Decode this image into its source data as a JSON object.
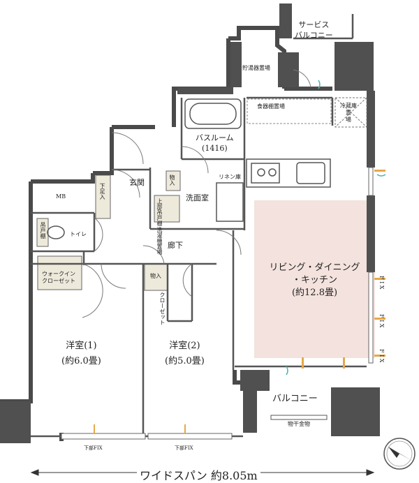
{
  "rooms": {
    "service_balcony": [
      "サービス",
      "バルコニー"
    ],
    "water_heater": "貯湯器置場",
    "cupboard": "食器棚置場",
    "fridge": [
      "冷蔵庫",
      "置",
      "場"
    ],
    "bathroom": [
      "バスルーム",
      "(1416)"
    ],
    "genkan": "玄関",
    "linen": "リネン庫",
    "storage_1": "物入",
    "washroom": "洗面室",
    "washer": [
      "洗濯機置場",
      "上部吊戸棚"
    ],
    "mb": "MB",
    "shoe": "下足入",
    "toilet": "トイレ",
    "toilet_shelf": "吊戸棚",
    "hallway": "廊下",
    "ldk": [
      "リビング・ダイニング",
      "・キッチン",
      "(約12.8畳)"
    ],
    "walkin": [
      "ウォークイン",
      "クローゼット"
    ],
    "storage_2": "物入",
    "closet": "クローゼット",
    "room1": [
      "洋室(1)",
      "(約6.0畳)"
    ],
    "room2": [
      "洋室(2)",
      "(約5.0畳)"
    ],
    "balcony": "バルコニー",
    "drying": "物干金物",
    "fix_window": "F I X",
    "sill_fix": "下部FIX",
    "span": "ワイドスパン 約8.05m"
  },
  "colors": {
    "ldk_highlight": "#f3e2dd",
    "wall": "#4a4a4a",
    "storage_fill": "#eeeadb",
    "window_accent": "#e6a84a",
    "vent_accent": "#4fb3b0"
  }
}
